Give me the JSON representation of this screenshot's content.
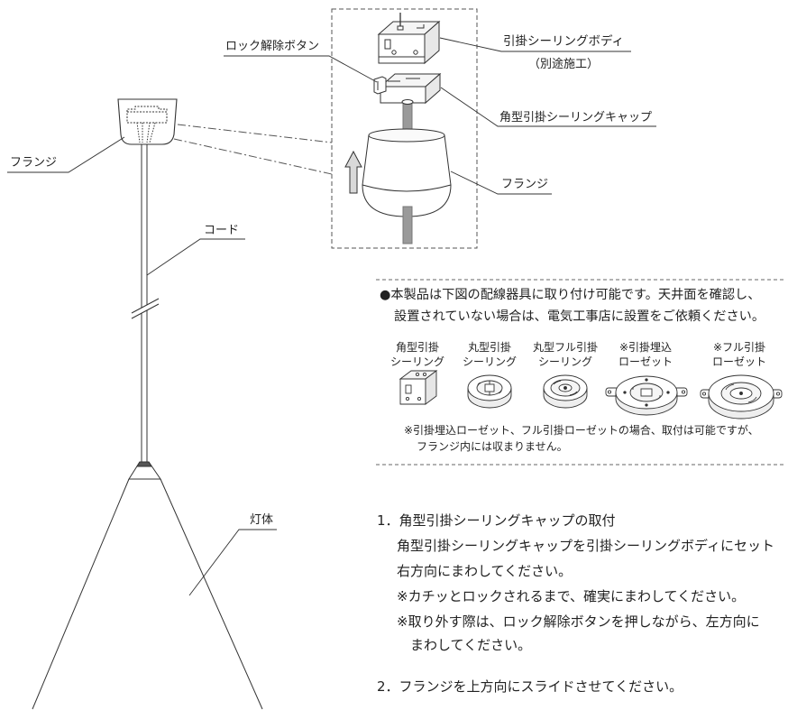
{
  "colors": {
    "line": "#333333",
    "text": "#222222",
    "cord": "#9a9a9a"
  },
  "labels": {
    "lock_release_button": "ロック解除ボタン",
    "ceiling_body": "引掛シーリングボディ",
    "ceiling_body_note": "（別途施工）",
    "square_cap": "角型引掛シーリングキャップ",
    "flange_exploded": "フランジ",
    "flange_lamp": "フランジ",
    "cord": "コード",
    "lamp_body": "灯体"
  },
  "notice": {
    "lines": [
      "●本製品は下図の配線器具に取り付け可能です。天井面を確認し、",
      "設置されていない場合は、電気工事店に設置をご依頼ください。"
    ],
    "fixtures": [
      {
        "lines": [
          "角型引掛",
          "シーリング"
        ],
        "icon": "square-ceiling-icon"
      },
      {
        "lines": [
          "丸型引掛",
          "シーリング"
        ],
        "icon": "round-ceiling-icon"
      },
      {
        "lines": [
          "丸型フル引掛",
          "シーリング"
        ],
        "icon": "round-full-ceiling-icon"
      },
      {
        "lines": [
          "※引掛埋込",
          "ローゼット"
        ],
        "icon": "embedded-rosette-icon"
      },
      {
        "lines": [
          "※フル引掛",
          "ローゼット"
        ],
        "icon": "full-rosette-icon"
      }
    ],
    "footnote": [
      "※引掛埋込ローゼット、フル引掛ローゼットの場合、取付は可能ですが、",
      "フランジ内には収まりません。"
    ]
  },
  "steps": [
    {
      "number": "1．",
      "title": "角型引掛シーリングキャップの取付",
      "lines": [
        "角型引掛シーリングキャップを引掛シーリングボディにセット",
        "右方向にまわしてください。",
        "※カチッとロックされるまで、確実にまわしてください。",
        "※取り外す際は、ロック解除ボタンを押しながら、左方向に",
        "まわしてください。"
      ]
    },
    {
      "number": "2．",
      "title": "フランジを上方向にスライドさせてください。"
    }
  ]
}
